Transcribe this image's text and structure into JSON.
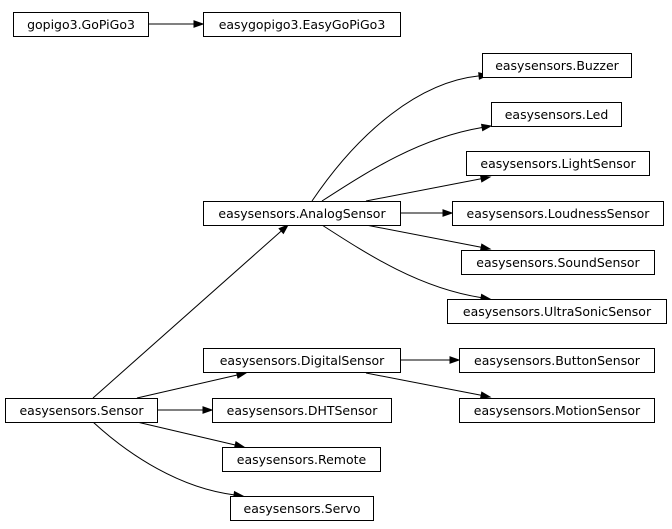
{
  "diagram": {
    "nodes": [
      {
        "id": "gopigo3",
        "label": "gopigo3.GoPiGo3"
      },
      {
        "id": "easygopigo3",
        "label": "easygopigo3.EasyGoPiGo3"
      },
      {
        "id": "buzzer",
        "label": "easysensors.Buzzer"
      },
      {
        "id": "led",
        "label": "easysensors.Led"
      },
      {
        "id": "lightsensor",
        "label": "easysensors.LightSensor"
      },
      {
        "id": "analogsensor",
        "label": "easysensors.AnalogSensor"
      },
      {
        "id": "loudnesssensor",
        "label": "easysensors.LoudnessSensor"
      },
      {
        "id": "soundsensor",
        "label": "easysensors.SoundSensor"
      },
      {
        "id": "ultrasonicsensor",
        "label": "easysensors.UltraSonicSensor"
      },
      {
        "id": "digitalsensor",
        "label": "easysensors.DigitalSensor"
      },
      {
        "id": "buttonsensor",
        "label": "easysensors.ButtonSensor"
      },
      {
        "id": "sensor",
        "label": "easysensors.Sensor"
      },
      {
        "id": "dhtsensor",
        "label": "easysensors.DHTSensor"
      },
      {
        "id": "motionsensor",
        "label": "easysensors.MotionSensor"
      },
      {
        "id": "remote",
        "label": "easysensors.Remote"
      },
      {
        "id": "servo",
        "label": "easysensors.Servo"
      }
    ],
    "edges": [
      {
        "from": "gopigo3",
        "to": "easygopigo3"
      },
      {
        "from": "analogsensor",
        "to": "buzzer"
      },
      {
        "from": "analogsensor",
        "to": "led"
      },
      {
        "from": "analogsensor",
        "to": "lightsensor"
      },
      {
        "from": "analogsensor",
        "to": "loudnesssensor"
      },
      {
        "from": "analogsensor",
        "to": "soundsensor"
      },
      {
        "from": "analogsensor",
        "to": "ultrasonicsensor"
      },
      {
        "from": "sensor",
        "to": "analogsensor"
      },
      {
        "from": "sensor",
        "to": "digitalsensor"
      },
      {
        "from": "sensor",
        "to": "dhtsensor"
      },
      {
        "from": "sensor",
        "to": "remote"
      },
      {
        "from": "sensor",
        "to": "servo"
      },
      {
        "from": "digitalsensor",
        "to": "buttonsensor"
      },
      {
        "from": "digitalsensor",
        "to": "motionsensor"
      }
    ]
  }
}
